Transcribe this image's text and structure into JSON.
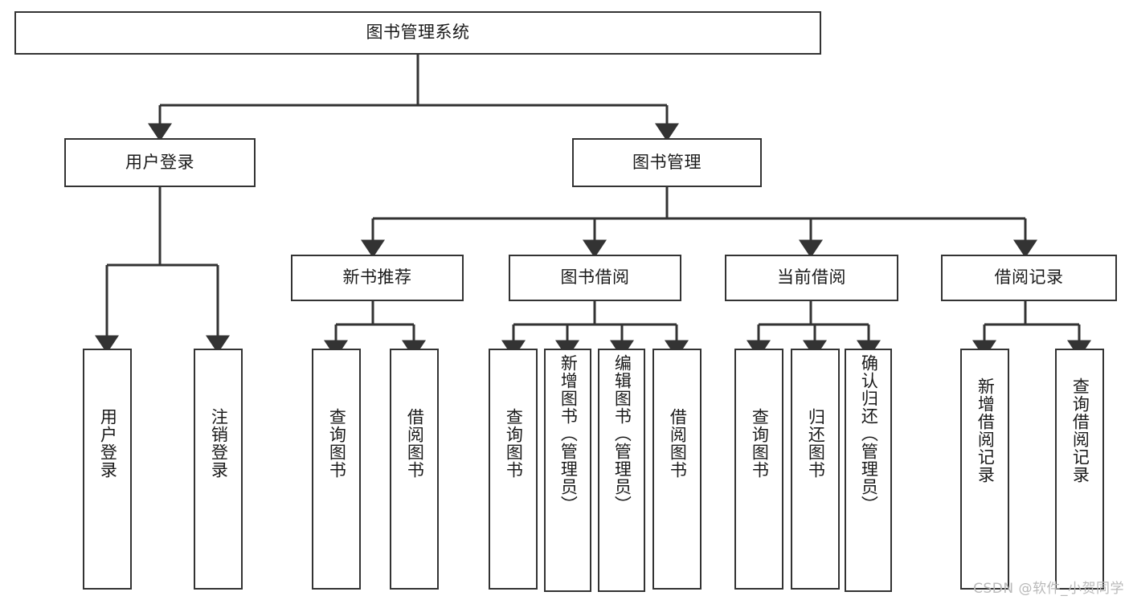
{
  "diagram": {
    "title": "图书管理系统",
    "watermark": "CSDN @软件_小贺同学",
    "colors": {
      "stroke": "#333333",
      "box_fill": "#ffffff",
      "text": "#1a1a1a",
      "watermark": "#b9b9b9",
      "background": "#ffffff"
    },
    "root": {
      "label": "图书管理系统"
    },
    "level2": [
      {
        "id": "user-login",
        "label": "用户登录"
      },
      {
        "id": "book-management",
        "label": "图书管理"
      }
    ],
    "level3": [
      {
        "id": "new-book-recommend",
        "label": "新书推荐"
      },
      {
        "id": "book-borrow",
        "label": "图书借阅"
      },
      {
        "id": "current-borrow",
        "label": "当前借阅"
      },
      {
        "id": "borrow-record",
        "label": "借阅记录"
      }
    ],
    "leaves": {
      "user_login": [
        {
          "id": "leaf-user-login",
          "label": "用户登录"
        },
        {
          "id": "leaf-logout-login",
          "label": "注销登录"
        }
      ],
      "new_book_recommend": [
        {
          "id": "leaf-query-book-1",
          "label": "查询图书"
        },
        {
          "id": "leaf-borrow-book-1",
          "label": "借阅图书"
        }
      ],
      "book_borrow": [
        {
          "id": "leaf-query-book-2",
          "label": "查询图书"
        },
        {
          "id": "leaf-add-book-admin",
          "label": "新增图书（管理员）"
        },
        {
          "id": "leaf-edit-book-admin",
          "label": "编辑图书（管理员）"
        },
        {
          "id": "leaf-borrow-book-2",
          "label": "借阅图书"
        }
      ],
      "current_borrow": [
        {
          "id": "leaf-query-book-3",
          "label": "查询图书"
        },
        {
          "id": "leaf-return-book",
          "label": "归还图书"
        },
        {
          "id": "leaf-confirm-return-admin",
          "label": "确认归还（管理员）"
        }
      ],
      "borrow_record": [
        {
          "id": "leaf-add-borrow-record",
          "label": "新增借阅记录"
        },
        {
          "id": "leaf-query-borrow-record",
          "label": "查询借阅记录"
        }
      ]
    }
  }
}
